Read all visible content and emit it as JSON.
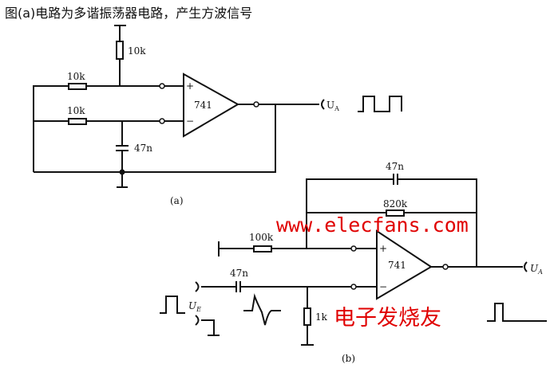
{
  "caption": "图(a)电路为多谐振荡器电路，产生方波信号",
  "circuit_a": {
    "label": "(a)",
    "r_top": "10k",
    "r_plus": "10k",
    "r_minus": "10k",
    "capacitor": "47n",
    "opamp": "741",
    "plus": "+",
    "minus": "−",
    "output": "U",
    "output_sub": "A"
  },
  "circuit_b": {
    "label": "(b)",
    "c_feedback": "47n",
    "r_feedback": "820k",
    "r_input": "100k",
    "c_input": "47n",
    "r_ground": "1k",
    "opamp": "741",
    "plus": "+",
    "minus": "−",
    "input": "U",
    "input_sub": "E",
    "output": "U",
    "output_sub": "A"
  },
  "watermark": {
    "url": "www.elecfans.com",
    "name": "电子发烧友"
  }
}
